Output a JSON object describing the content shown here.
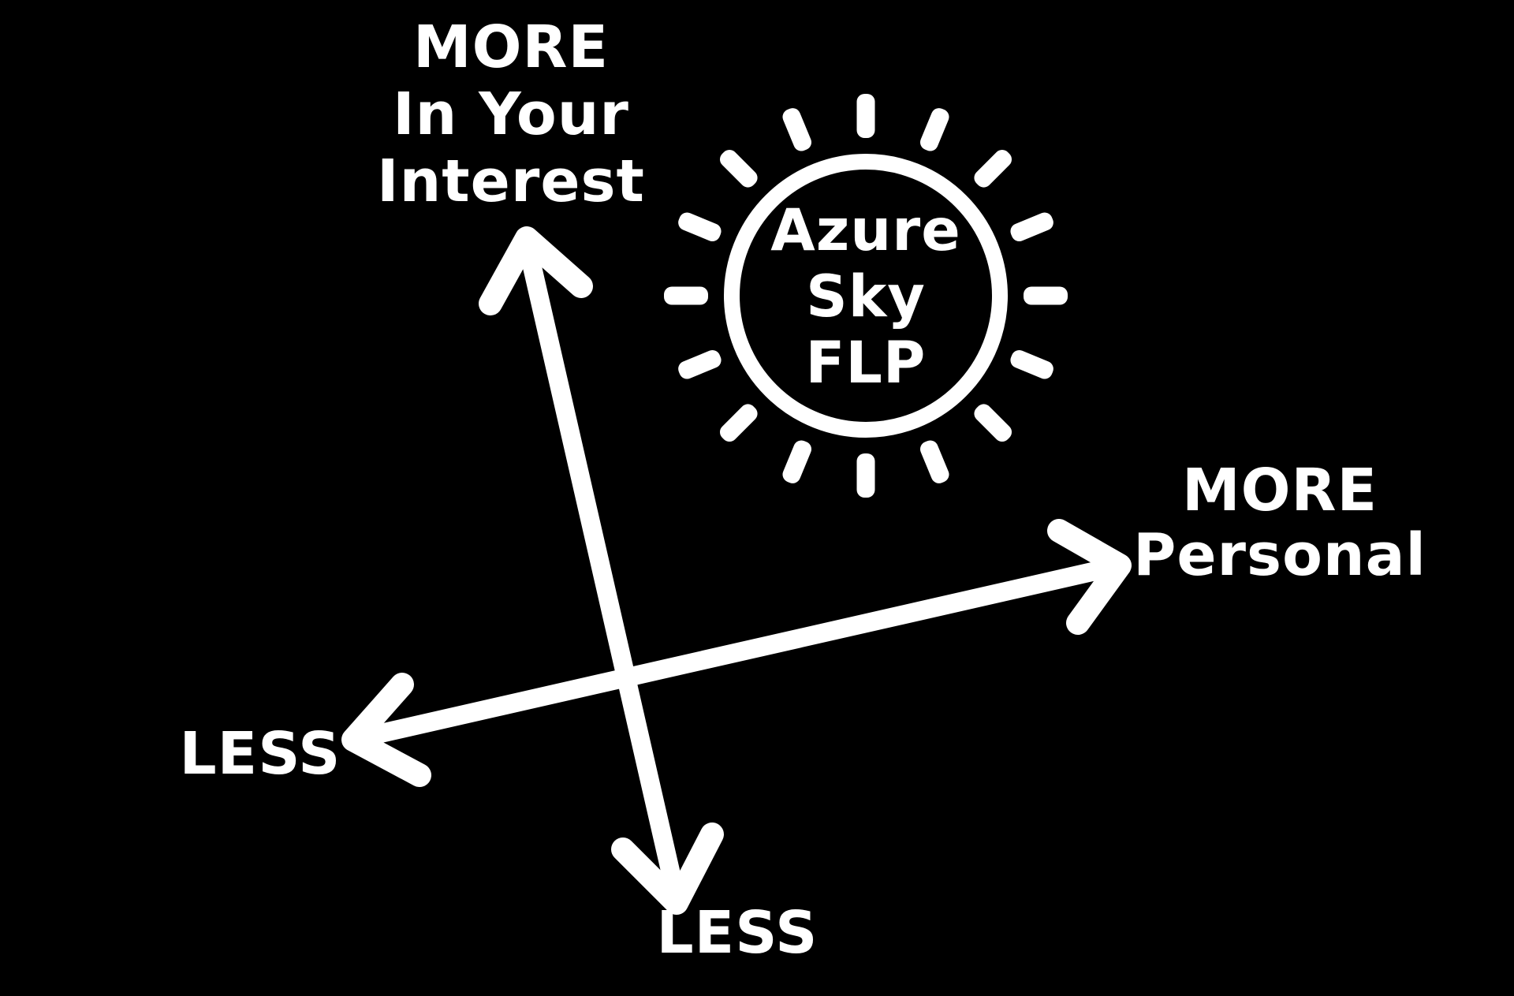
{
  "colors": {
    "background": "#000000",
    "foreground": "#ffffff"
  },
  "logo": {
    "line1": "Azure",
    "line2": "Sky",
    "line3": "FLP"
  },
  "interest_axis": {
    "more": {
      "line1": "MORE",
      "line2": "In Your",
      "line3": "Interest"
    },
    "less": "LESS"
  },
  "personal_axis": {
    "more": {
      "line1": "MORE",
      "line2": "Personal"
    },
    "less": "LESS"
  }
}
